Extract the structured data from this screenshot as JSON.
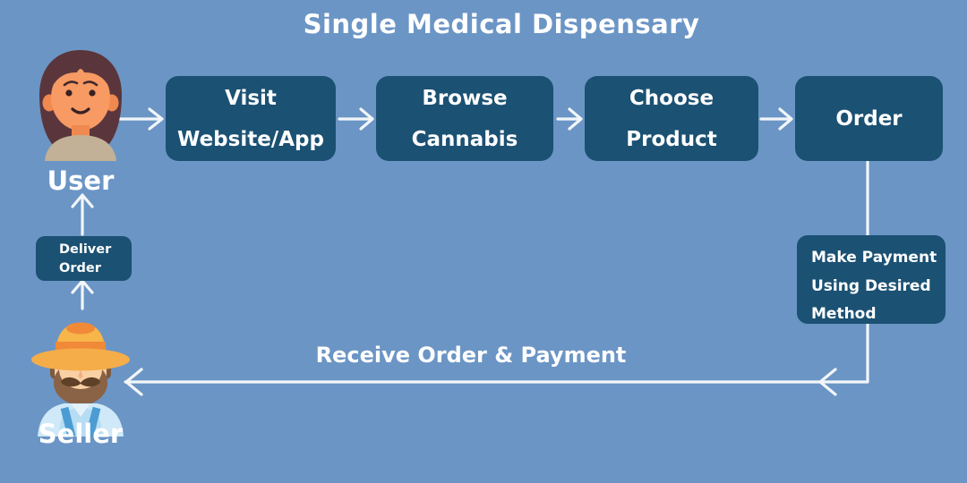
{
  "title": "Single Medical Dispensary",
  "colors": {
    "background": "#6b95c5",
    "box": "#1b5173",
    "text": "#ffffff",
    "arrow": "#f2f6f9"
  },
  "actors": {
    "user": {
      "label": "User"
    },
    "seller": {
      "label": "Seller"
    }
  },
  "steps": [
    {
      "id": "visit-website",
      "lines": [
        "Visit",
        "Website/App"
      ]
    },
    {
      "id": "browse-cannabis",
      "lines": [
        "Browse",
        "Cannabis"
      ]
    },
    {
      "id": "choose-product",
      "lines": [
        "Choose",
        "Product"
      ]
    },
    {
      "id": "order",
      "lines": [
        "Order"
      ]
    },
    {
      "id": "make-payment",
      "lines": [
        "Make Payment",
        "Using Desired",
        "Method"
      ]
    },
    {
      "id": "deliver-order",
      "lines": [
        "Deliver",
        "Order"
      ]
    }
  ],
  "edges": {
    "receive_label": "Receive Order & Payment"
  }
}
